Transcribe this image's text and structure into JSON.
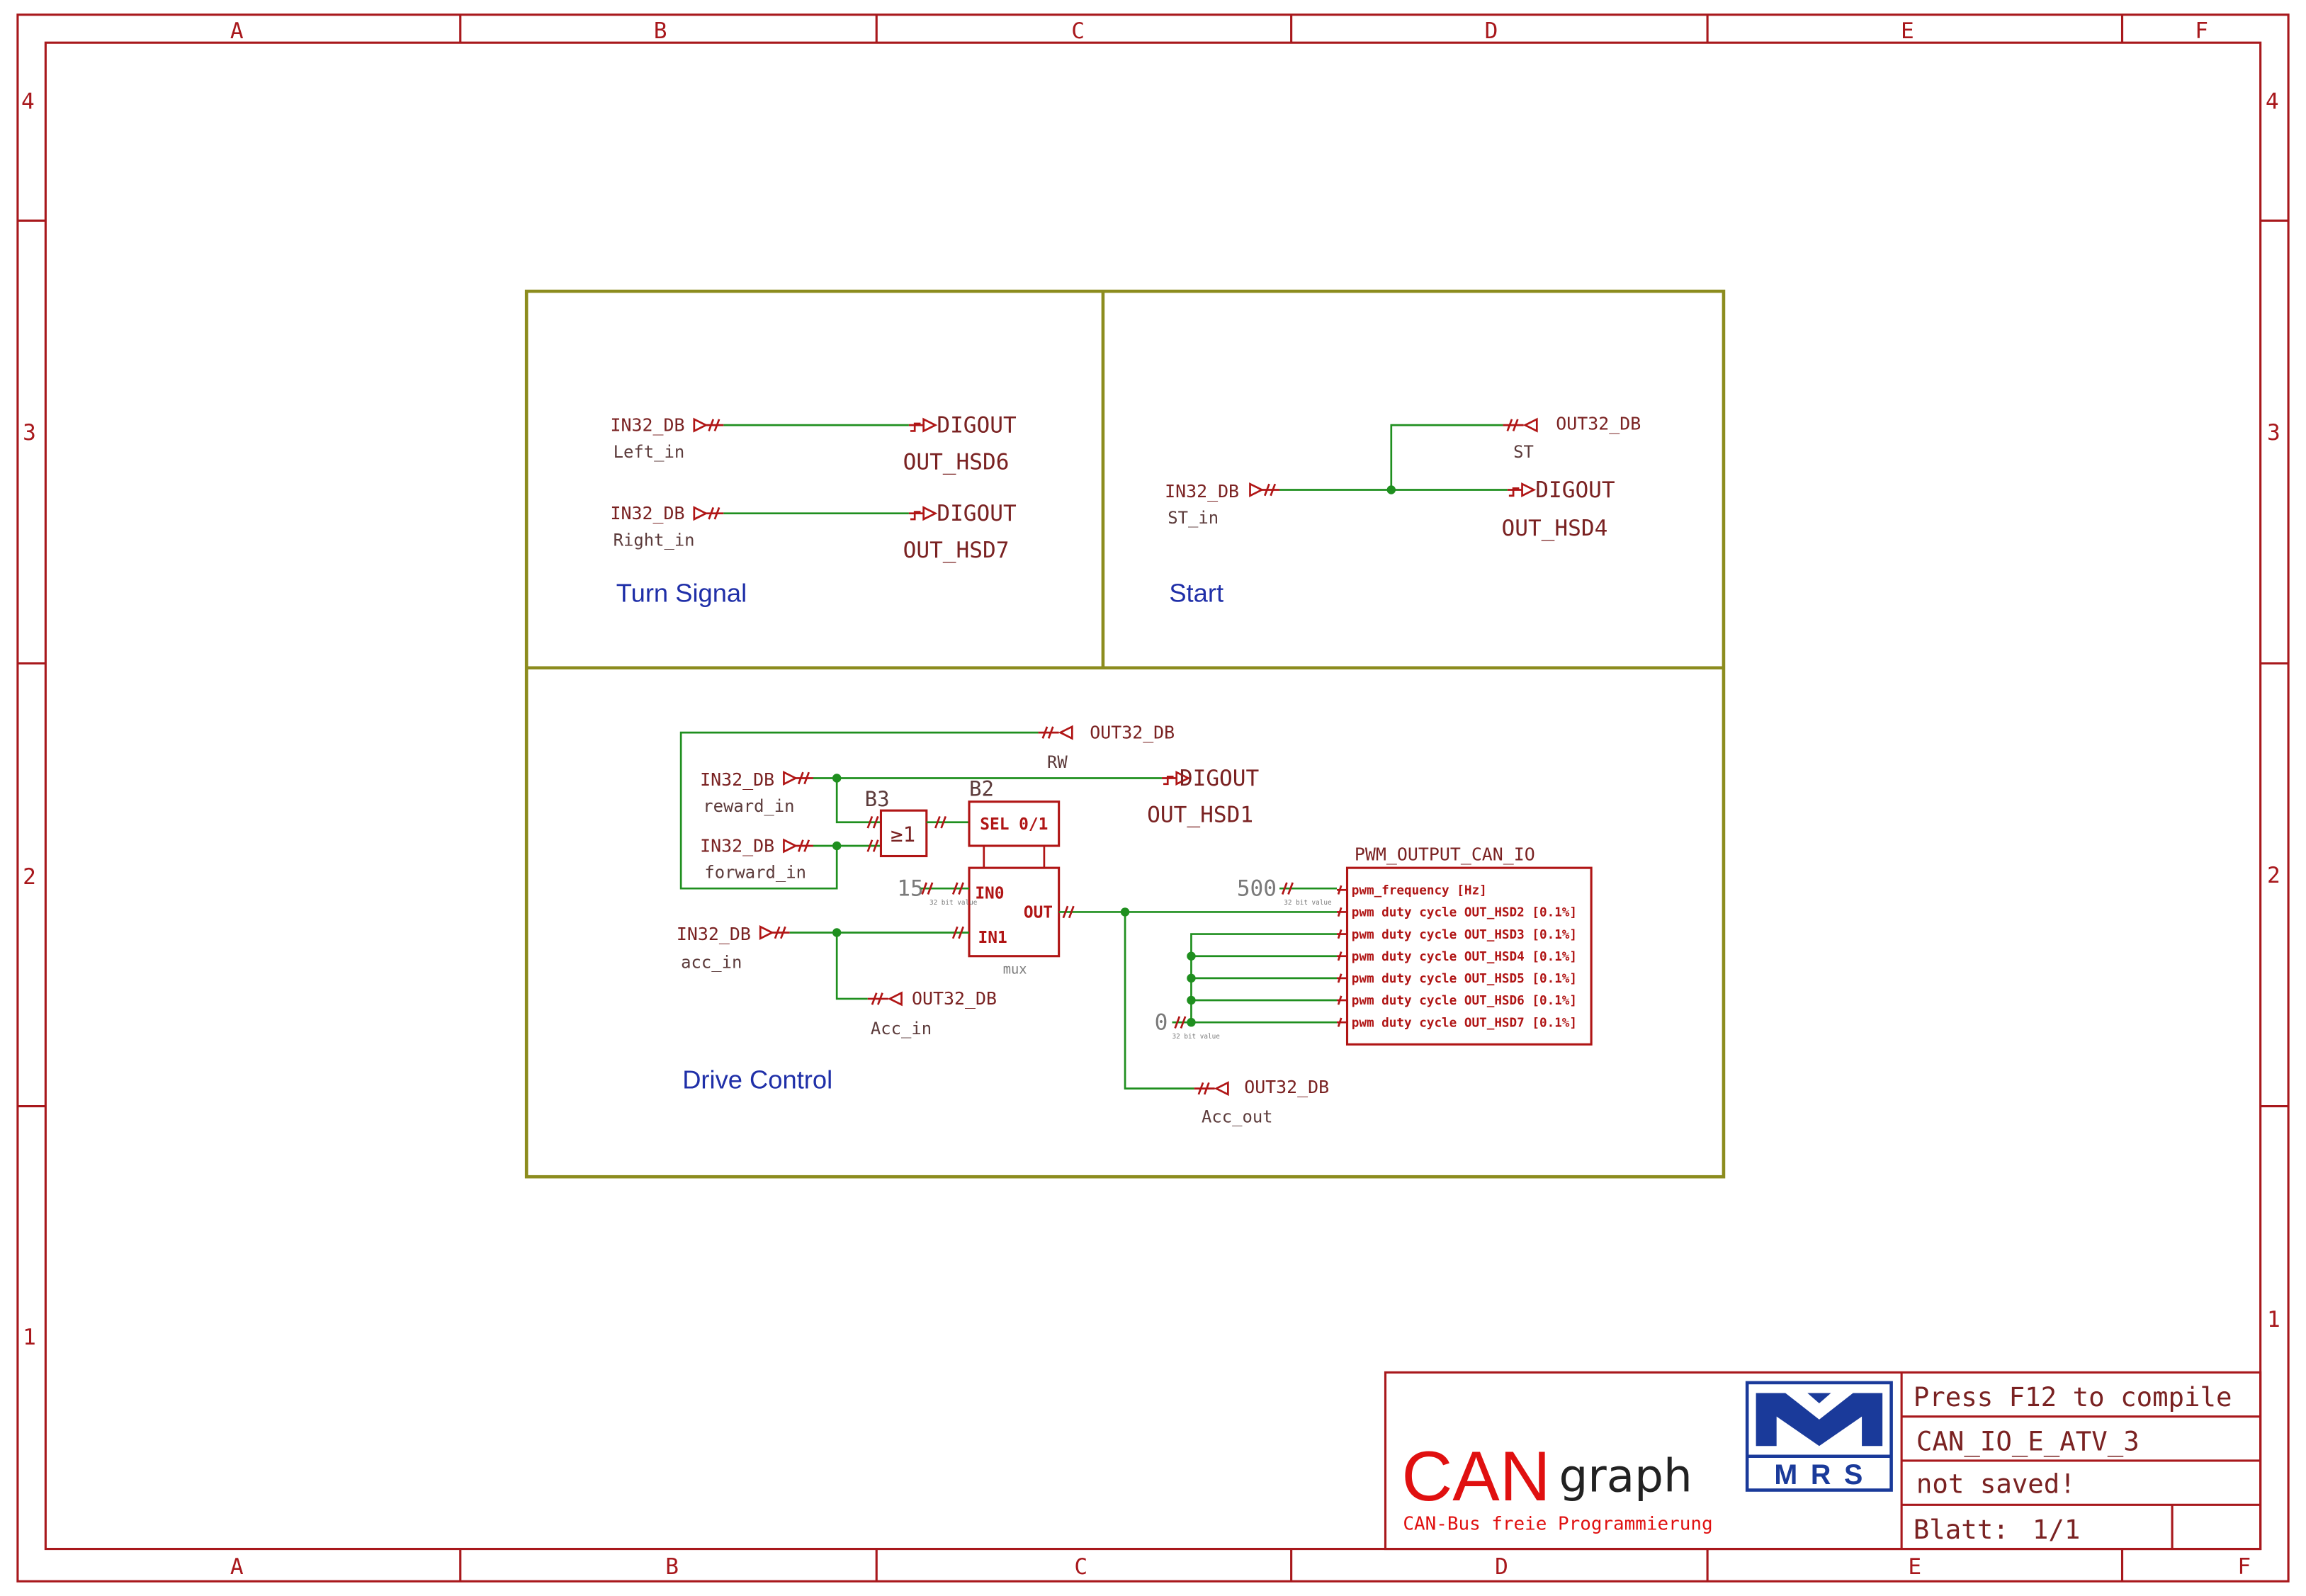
{
  "frame": {
    "columns": [
      "A",
      "B",
      "C",
      "D",
      "E",
      "F"
    ],
    "rows": [
      "4",
      "3",
      "2",
      "1"
    ]
  },
  "turn_signal": {
    "title": "Turn Signal",
    "left": {
      "in_type": "IN32_DB",
      "in_name": "Left_in",
      "out_type": "DIGOUT",
      "out_name": "OUT_HSD6"
    },
    "right": {
      "in_type": "IN32_DB",
      "in_name": "Right_in",
      "out_type": "DIGOUT",
      "out_name": "OUT_HSD7"
    }
  },
  "start": {
    "title": "Start",
    "input": {
      "type": "IN32_DB",
      "name": "ST_in"
    },
    "db_output": {
      "type": "OUT32_DB",
      "name": "ST"
    },
    "digital_output": {
      "type": "DIGOUT",
      "name": "OUT_HSD4"
    }
  },
  "drive_control": {
    "title": "Drive Control",
    "rw_output": {
      "type": "OUT32_DB",
      "name": "RW"
    },
    "reward_input": {
      "type": "IN32_DB",
      "name": "reward_in"
    },
    "hsd1_output": {
      "type": "DIGOUT",
      "name": "OUT_HSD1"
    },
    "forward_input": {
      "type": "IN32_DB",
      "name": "forward_in"
    },
    "acc_input": {
      "type": "IN32_DB",
      "name": "acc_in"
    },
    "acc_in_output": {
      "type": "OUT32_DB",
      "name": "Acc_in"
    },
    "acc_out_output": {
      "type": "OUT32_DB",
      "name": "Acc_out"
    },
    "or_gate": {
      "ref": "B3",
      "symbol": "≥1"
    },
    "mux": {
      "ref": "B2",
      "select_label": "SEL 0/1",
      "in0": "IN0",
      "in1": "IN1",
      "out": "OUT",
      "type": "mux"
    },
    "constants": [
      {
        "value": "15",
        "note": "32 bit value"
      },
      {
        "value": "500",
        "note": "32 bit value"
      },
      {
        "value": "0",
        "note": "32 bit value"
      }
    ],
    "pwm_block": {
      "name": "PWM_OUTPUT_CAN_IO",
      "pins": [
        "pwm_frequency [Hz]",
        "pwm duty cycle OUT_HSD2 [0.1%]",
        "pwm duty cycle OUT_HSD3 [0.1%]",
        "pwm duty cycle OUT_HSD4 [0.1%]",
        "pwm duty cycle OUT_HSD5 [0.1%]",
        "pwm duty cycle OUT_HSD6 [0.1%]",
        "pwm duty cycle OUT_HSD7 [0.1%]"
      ]
    }
  },
  "title_block": {
    "brand_can": "CAN",
    "brand_graph": "graph",
    "tagline": "CAN-Bus freie Programmierung",
    "logo_text": "MRS",
    "status": "Press F12 to compile",
    "project": "CAN_IO_E_ATV_3",
    "save_state": "not saved!",
    "sheet_label": "Blatt:",
    "sheet_value": "1/1"
  },
  "colors": {
    "frame": "#a8181c",
    "block_border": "#8c8c1e",
    "wire": "#1f8f1f",
    "symbol": "#b01515",
    "label": "#7a2222",
    "name": "#5c3b3b",
    "constant": "#7a7a7a",
    "block_title": "#1f2fa8",
    "brand_red": "#e01010",
    "brand_dark": "#222222",
    "logo_blue": "#1a3a9a"
  }
}
